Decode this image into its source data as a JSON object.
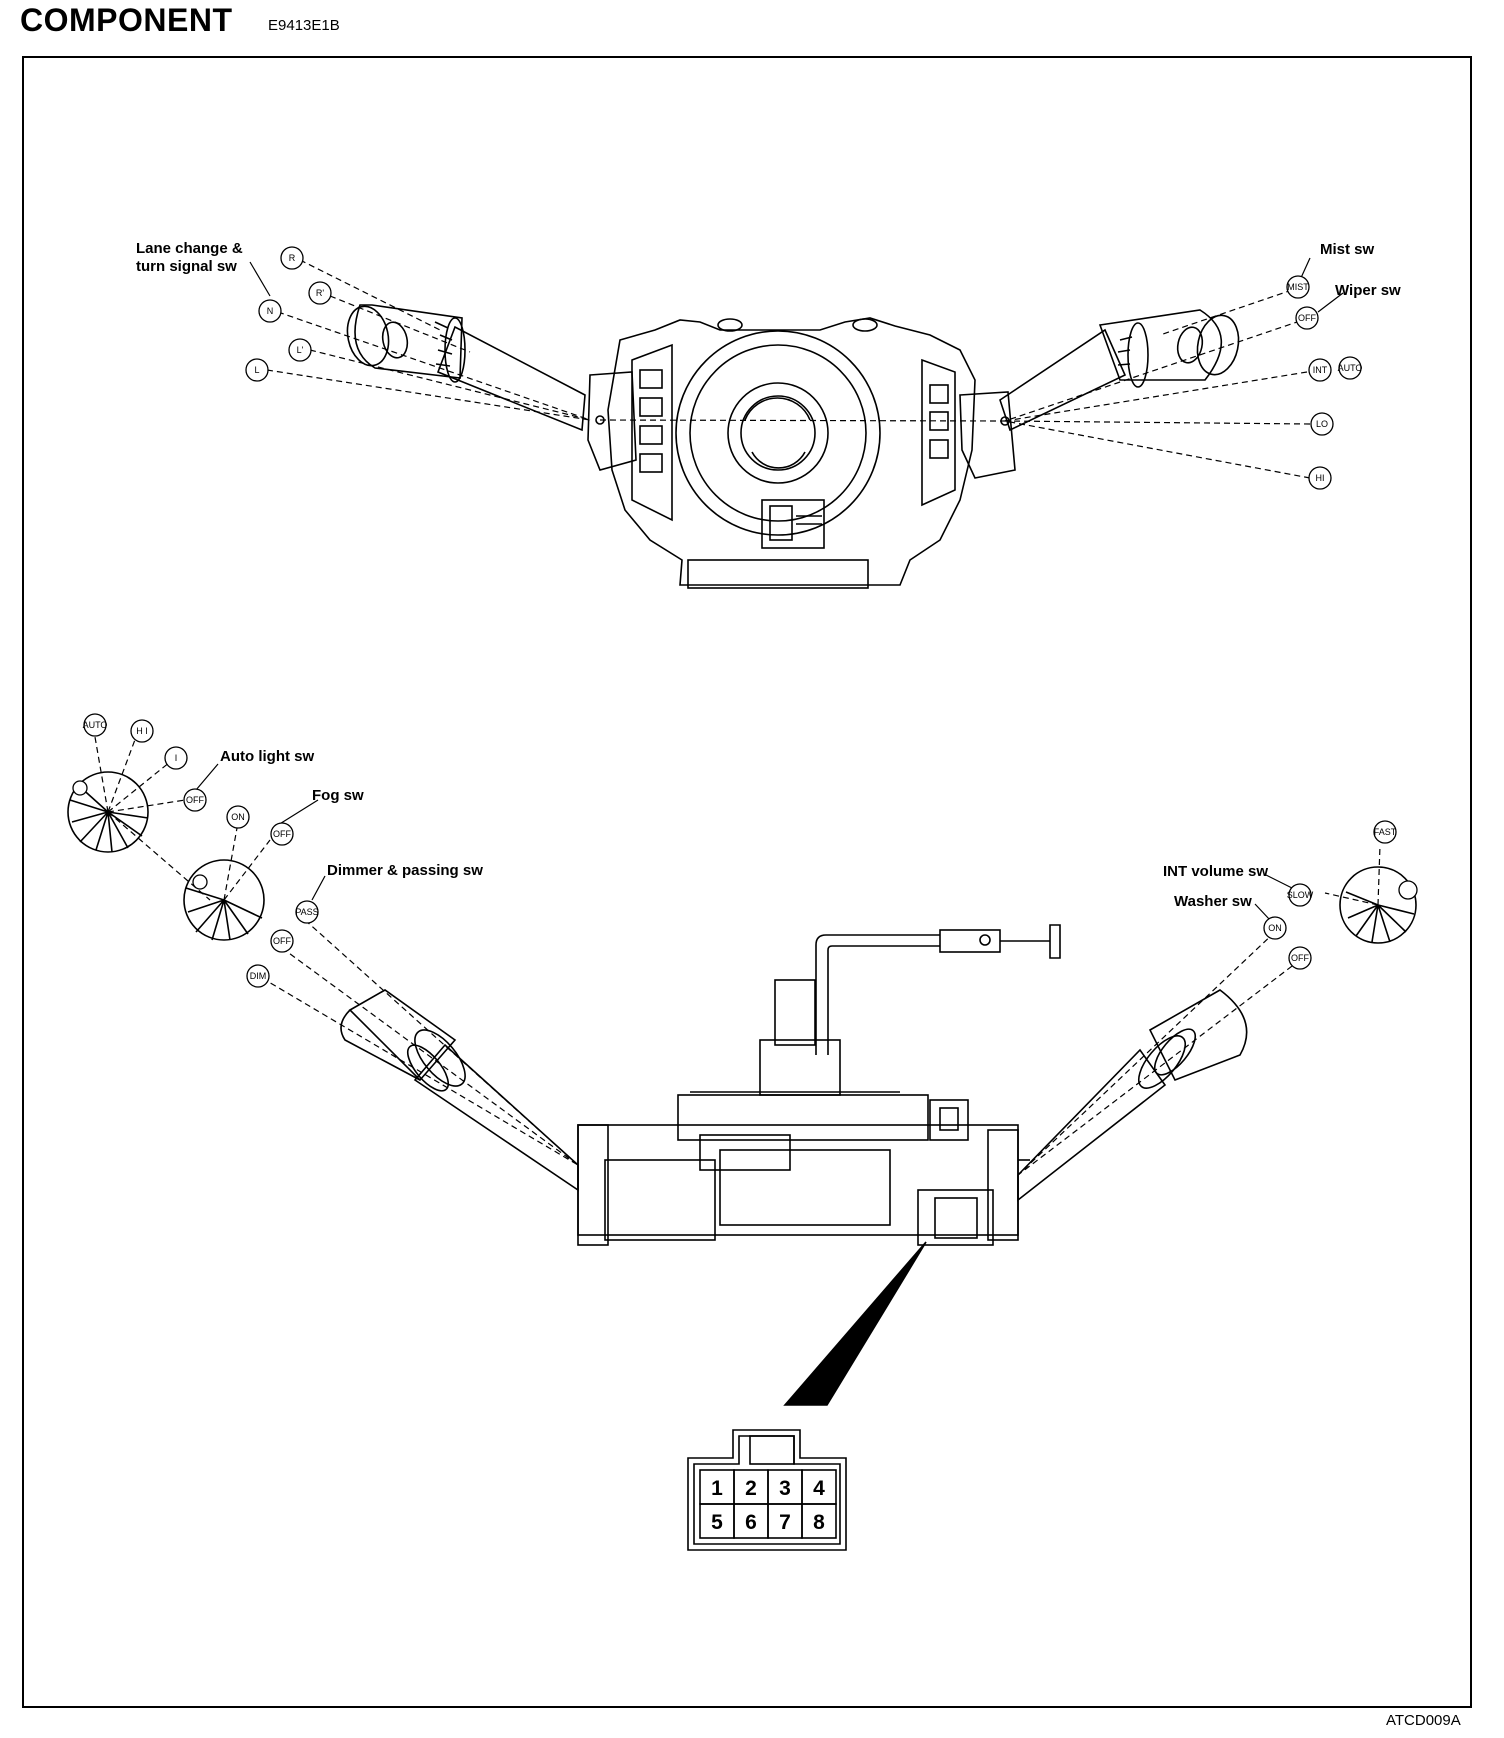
{
  "header": {
    "title": "COMPONENT",
    "code": "E9413E1B"
  },
  "figure_id": "ATCD009A",
  "top_view": {
    "labels": {
      "lane_change_line1": "Lane change &",
      "lane_change_line2": "turn signal sw",
      "mist": "Mist sw",
      "wiper": "Wiper sw"
    },
    "positions": {
      "r": "R",
      "r_prime": "R'",
      "n": "N",
      "l_prime": "L'",
      "l": "L",
      "mist": "MIST",
      "off": "OFF",
      "int": "INT",
      "auto": "AUTO",
      "lo": "LO",
      "hi": "HI"
    }
  },
  "bottom_view": {
    "labels": {
      "auto_light": "Auto light sw",
      "fog": "Fog sw",
      "dimmer": "Dimmer & passing sw",
      "int_volume": "INT volume sw",
      "washer": "Washer sw"
    },
    "positions": {
      "auto": "AUTO",
      "hi_left": "H I",
      "i": "I",
      "off_auto_light": "OFF",
      "on_fog": "ON",
      "off_fog": "OFF",
      "pass": "PASS",
      "off_dimmer": "OFF",
      "dim": "DIM",
      "fast": "FAST",
      "slow": "SLOW",
      "on_washer": "ON",
      "off_washer": "OFF"
    }
  },
  "connector": {
    "pins_top": [
      "1",
      "2",
      "3",
      "4"
    ],
    "pins_bottom": [
      "5",
      "6",
      "7",
      "8"
    ]
  }
}
